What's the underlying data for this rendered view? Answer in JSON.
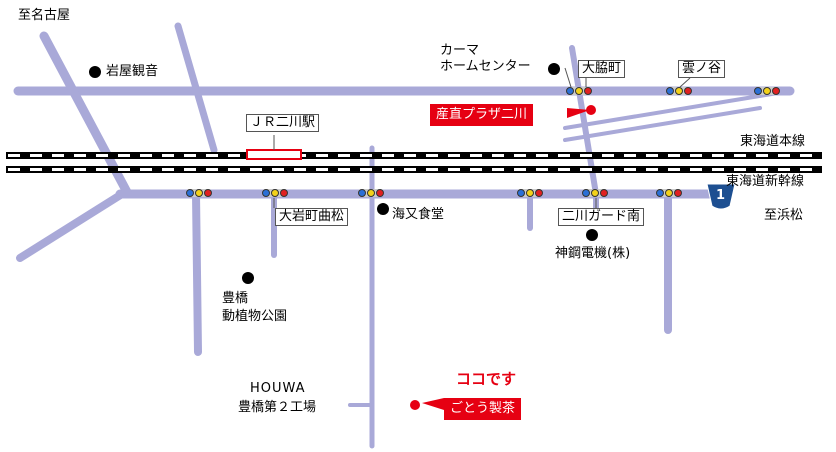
{
  "colors": {
    "road": "#a9a9d8",
    "accent": "#e60012",
    "railway": "#000000",
    "route_shield": "#1d4f91"
  },
  "directions": {
    "to_nagoya": "至名古屋",
    "to_hamamatsu": "至浜松"
  },
  "railways": {
    "tokaido_main": "東海道本線",
    "tokaido_shinkansen": "東海道新幹線"
  },
  "stations": {
    "jr_futagawa": "ＪＲ二川駅"
  },
  "intersections": {
    "owaki": "大脇町",
    "kumonoya": "雲ノ谷",
    "oiwa_magarimatsu": "大岩町曲松",
    "futagawa_guard_minami": "二川ガード南"
  },
  "landmarks": {
    "iwaya_kannon": "岩屋観音",
    "karma_line1": "カーマ",
    "karma_line2": "ホームセンター",
    "umimata_shokudo": "海又食堂",
    "shinko_denki": "神鋼電機(株)",
    "zoo_line1": "豊橋",
    "zoo_line2": "動植物公園",
    "houwa_line1": "HOUWA",
    "houwa_line2": "豊橋第２工場"
  },
  "highlights": {
    "sanchoku_plaza": "産直プラザ二川",
    "koko_desu": "ココです",
    "goto_seicha": "ごとう製茶"
  },
  "route": {
    "number": "1"
  },
  "icons": [
    "traffic-signal-icon",
    "landmark-dot-icon",
    "destination-dot-icon",
    "route-1-shield-icon"
  ]
}
